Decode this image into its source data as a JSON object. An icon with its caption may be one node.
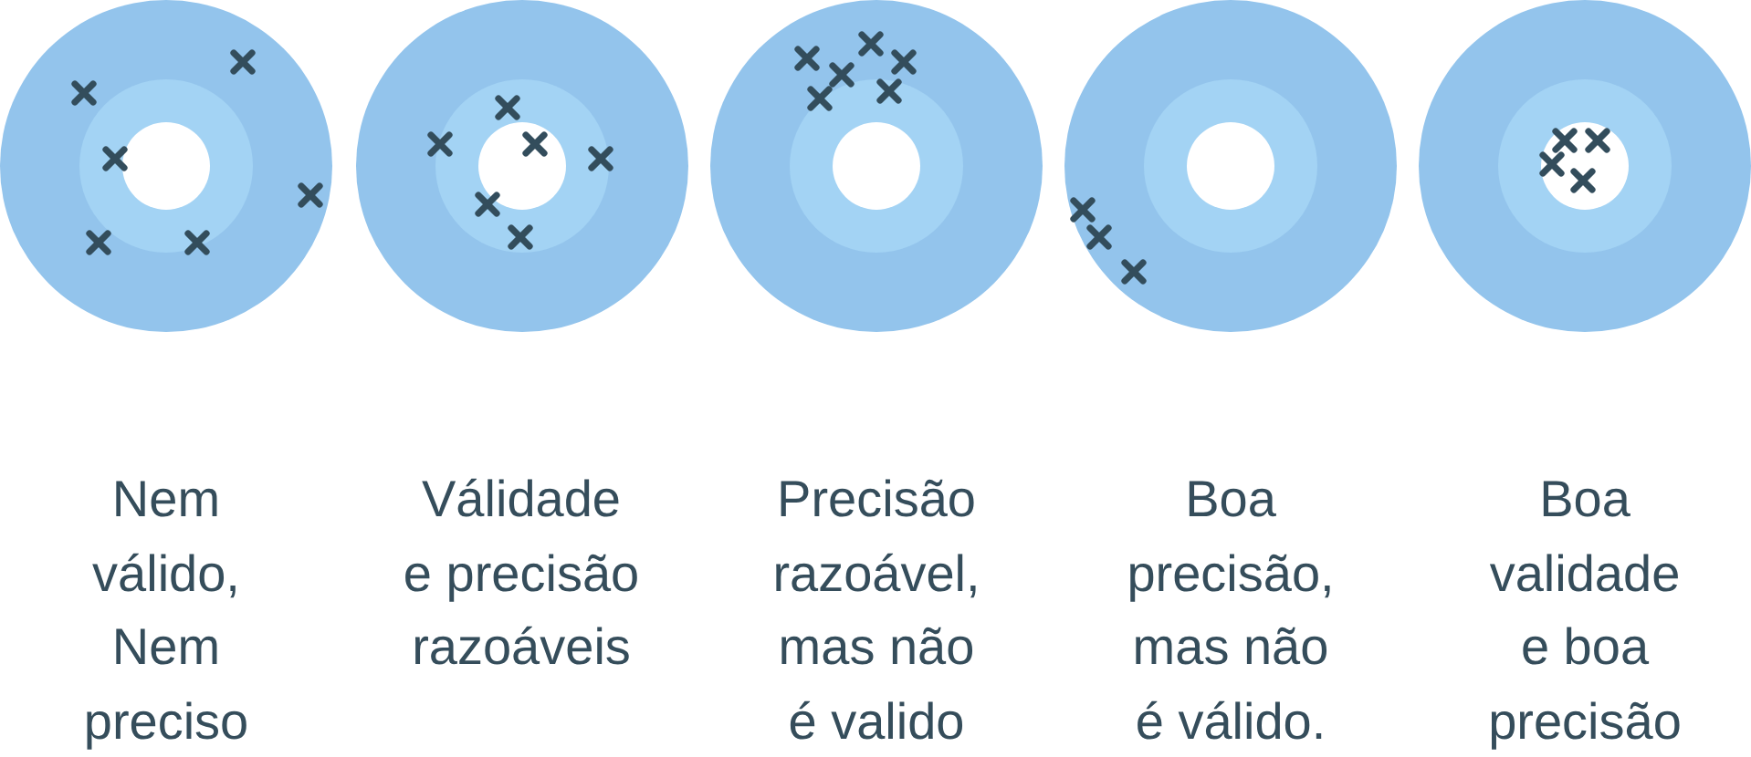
{
  "diagram": {
    "nodes": [
      {
        "text": [],
        "shape": "circle",
        "beside": [
          "Nem válido, Nem preciso"
        ]
      },
      {
        "text": [],
        "shape": "circle",
        "beside": [
          "Válidade e precisão razoáveis"
        ]
      },
      {
        "text": [],
        "shape": "circle",
        "beside": [
          "Precisão razoável, mas não é valido"
        ]
      },
      {
        "text": [],
        "shape": "circle",
        "beside": [
          "Boa precisão, mas não é válido."
        ]
      },
      {
        "text": [],
        "shape": "circle",
        "beside": [
          "Boa validade e boa precisão"
        ]
      }
    ]
  }
}
